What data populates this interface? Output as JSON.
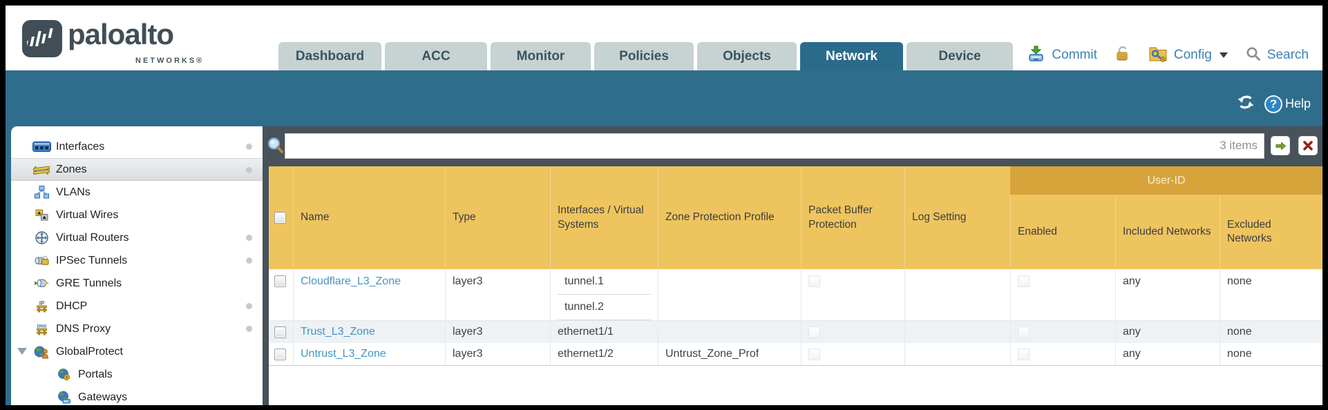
{
  "brand": {
    "name": "paloalto",
    "sub": "NETWORKS®"
  },
  "tabs": [
    {
      "label": "Dashboard",
      "active": false
    },
    {
      "label": "ACC",
      "active": false
    },
    {
      "label": "Monitor",
      "active": false
    },
    {
      "label": "Policies",
      "active": false
    },
    {
      "label": "Objects",
      "active": false
    },
    {
      "label": "Network",
      "active": true
    },
    {
      "label": "Device",
      "active": false
    }
  ],
  "utilities": {
    "commit": "Commit",
    "config": "Config",
    "search": "Search"
  },
  "band": {
    "help": "Help"
  },
  "toolbar": {
    "search_value": "",
    "items_count": "3 items"
  },
  "sidebar": {
    "items": [
      {
        "label": "Interfaces",
        "icon": "interfaces-icon",
        "dot": true
      },
      {
        "label": "Zones",
        "icon": "zones-icon",
        "dot": true,
        "selected": true
      },
      {
        "label": "VLANs",
        "icon": "vlans-icon",
        "dot": false
      },
      {
        "label": "Virtual Wires",
        "icon": "virtual-wires-icon",
        "dot": false
      },
      {
        "label": "Virtual Routers",
        "icon": "virtual-routers-icon",
        "dot": true
      },
      {
        "label": "IPSec Tunnels",
        "icon": "ipsec-tunnels-icon",
        "dot": true
      },
      {
        "label": "GRE Tunnels",
        "icon": "gre-tunnels-icon",
        "dot": false
      },
      {
        "label": "DHCP",
        "icon": "dhcp-icon",
        "dot": true
      },
      {
        "label": "DNS Proxy",
        "icon": "dns-proxy-icon",
        "dot": true
      },
      {
        "label": "GlobalProtect",
        "icon": "globalprotect-icon",
        "expander": true
      },
      {
        "label": "Portals",
        "icon": "portals-icon",
        "indent": true
      },
      {
        "label": "Gateways",
        "icon": "gateways-icon",
        "indent": true
      }
    ]
  },
  "table": {
    "user_id_group": "User-ID",
    "columns": [
      "",
      "Name",
      "Type",
      "Interfaces / Virtual Systems",
      "Zone Protection Profile",
      "Packet Buffer Protection",
      "Log Setting",
      "Enabled",
      "Included Networks",
      "Excluded Networks"
    ],
    "rows": [
      {
        "name": "Cloudflare_L3_Zone",
        "type": "layer3",
        "interfaces": [
          "tunnel.1",
          "tunnel.2"
        ],
        "zone_protection_profile": "",
        "log_setting": "",
        "packet_buffer_protection_checked": false,
        "enabled_checked": false,
        "included_networks": "any",
        "excluded_networks": "none"
      },
      {
        "name": "Trust_L3_Zone",
        "type": "layer3",
        "interfaces": [
          "ethernet1/1"
        ],
        "zone_protection_profile": "",
        "log_setting": "",
        "packet_buffer_protection_checked": false,
        "enabled_checked": false,
        "included_networks": "any",
        "excluded_networks": "none"
      },
      {
        "name": "Untrust_L3_Zone",
        "type": "layer3",
        "interfaces": [
          "ethernet1/2"
        ],
        "zone_protection_profile": "Untrust_Zone_Prof",
        "log_setting": "",
        "packet_buffer_protection_checked": false,
        "enabled_checked": false,
        "included_networks": "any",
        "excluded_networks": "none"
      }
    ]
  },
  "colors": {
    "teal_band": "#2f6d8c",
    "active_tab": "#2a6b8c",
    "inactive_tab": "#c7d2d2",
    "toolbar_slate": "#47525a",
    "header_amber": "#eec45f",
    "header_amber_dark": "#d7a33b",
    "link_blue": "#4493c3",
    "utility_blue": "#3b82b3",
    "alt_row": "#eef2f5"
  }
}
